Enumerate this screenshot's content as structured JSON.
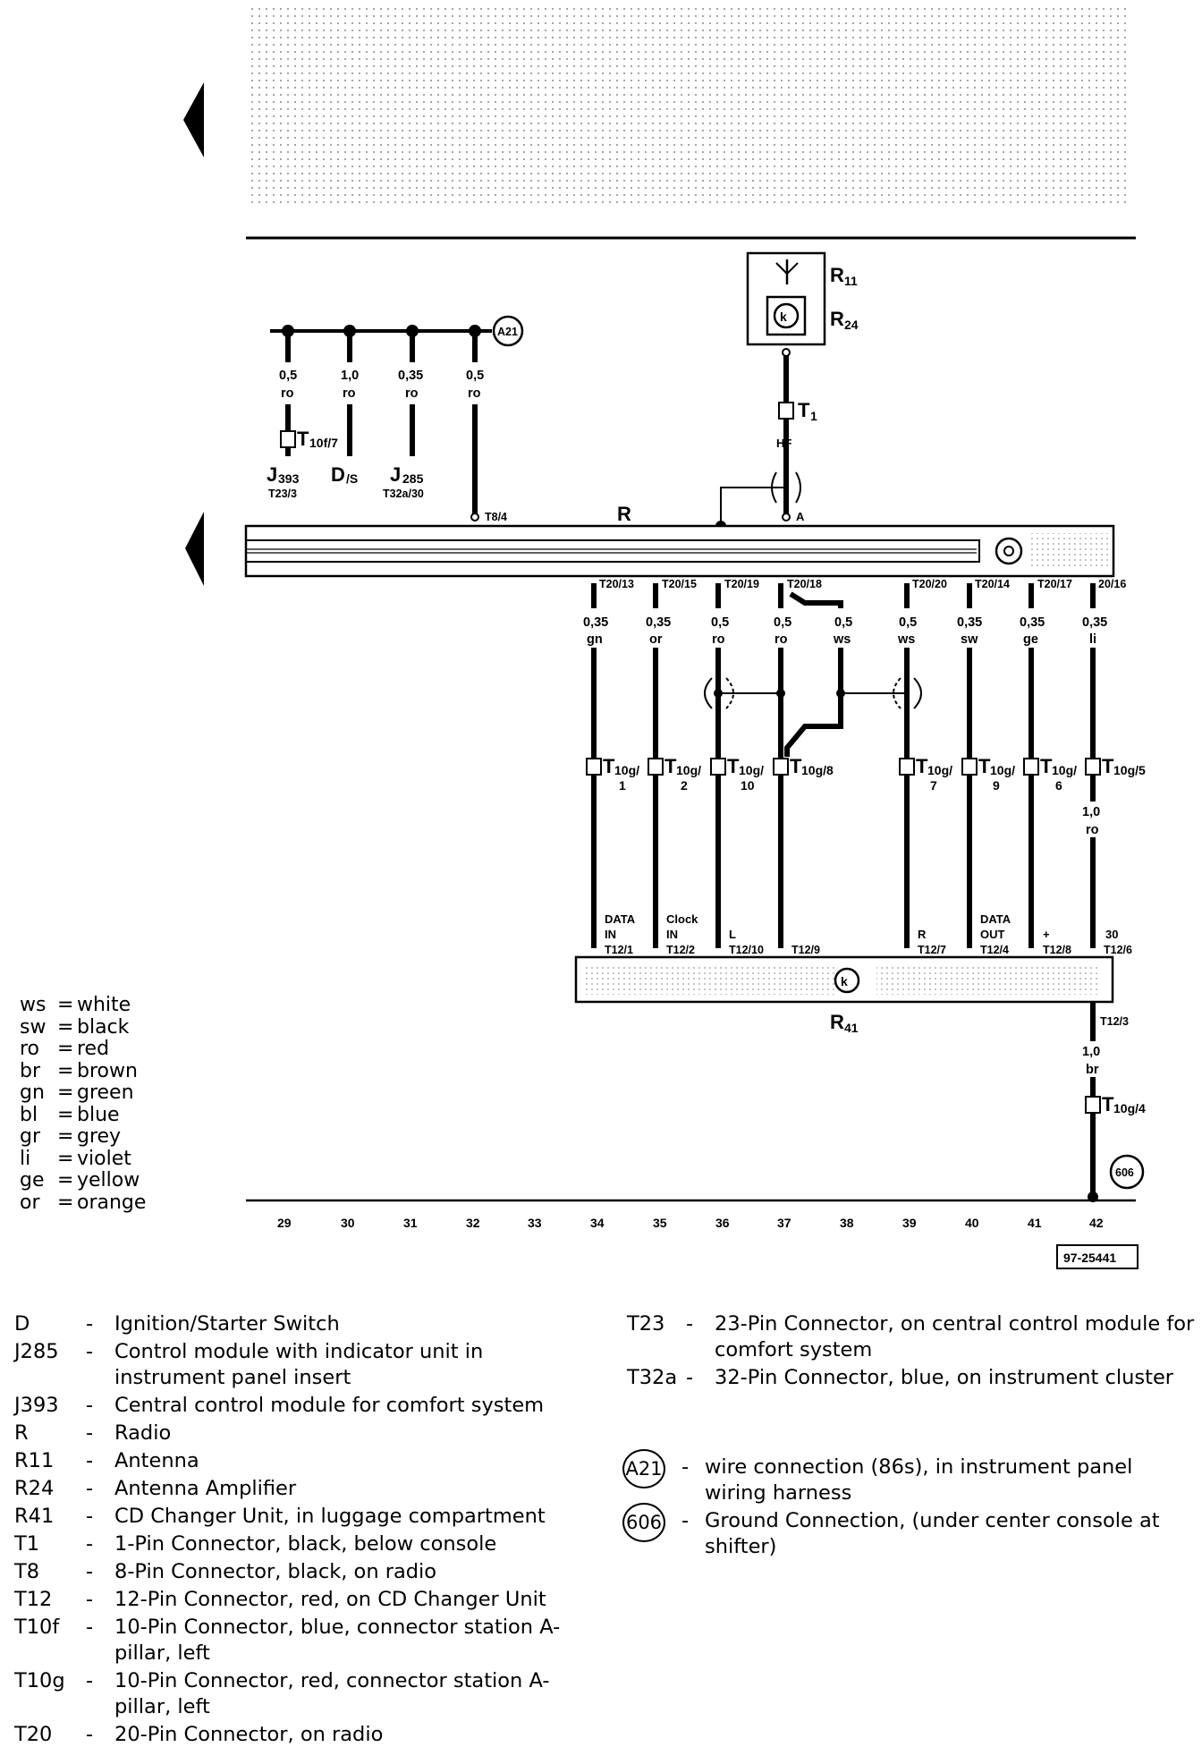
{
  "diagram": {
    "ref_code": "97-25441",
    "components": {
      "radio": "R",
      "antenna": "R",
      "antenna_sub": "11",
      "amp": "R",
      "amp_sub": "24",
      "cd_changer": "R",
      "cd_changer_sub": "41",
      "j393": "J",
      "j393_sub": "393",
      "j393_pin": "T23/3",
      "ds": "D",
      "ds_sub": "/S",
      "j285": "J",
      "j285_sub": "285",
      "j285_pin": "T32a/30",
      "t1": "T",
      "t1_sub": "1",
      "hf": "HF",
      "a_pin": "A",
      "t8_4": "T8/4",
      "t10f": "T",
      "t10f_sub": "10f/7",
      "t12_3": "T12/3",
      "t10g_4": "T",
      "t10g_4_sub": "10g/4"
    },
    "top_wires": [
      {
        "size": "0,5",
        "color": "ro"
      },
      {
        "size": "1,0",
        "color": "ro"
      },
      {
        "size": "0,35",
        "color": "ro"
      },
      {
        "size": "0,5",
        "color": "ro"
      }
    ],
    "radio_pins": [
      "T20/13",
      "T20/15",
      "T20/19",
      "T20/18",
      "T20/20",
      "T20/14",
      "T20/17",
      "20/16"
    ],
    "wires": [
      {
        "size": "0,35",
        "color": "gn"
      },
      {
        "size": "0,35",
        "color": "or"
      },
      {
        "size": "0,5",
        "color": "ro"
      },
      {
        "size": "0,5",
        "color": "ro"
      },
      {
        "size": "0,5",
        "color": "ws"
      },
      {
        "size": "0,5",
        "color": "ws"
      },
      {
        "size": "0,35",
        "color": "sw"
      },
      {
        "size": "0,35",
        "color": "ge"
      },
      {
        "size": "0,35",
        "color": "li"
      }
    ],
    "t10g": [
      {
        "label": "T",
        "sub": "10g/",
        "num": "1"
      },
      {
        "label": "T",
        "sub": "10g/",
        "num": "2"
      },
      {
        "label": "T",
        "sub": "10g/",
        "num": "10"
      },
      {
        "label": "T",
        "sub": "10g/8",
        "num": ""
      },
      {
        "label": "T",
        "sub": "10g/",
        "num": "7"
      },
      {
        "label": "T",
        "sub": "10g/",
        "num": "9"
      },
      {
        "label": "T",
        "sub": "10g/",
        "num": "6"
      },
      {
        "label": "T",
        "sub": "10g/5",
        "num": ""
      }
    ],
    "wire_after_t10g5": {
      "size": "1,0",
      "color": "ro"
    },
    "wire_after_t12_3": {
      "size": "1,0",
      "color": "br"
    },
    "cd_signals": [
      {
        "l1": "DATA",
        "l2": "IN",
        "pin": "T12/1"
      },
      {
        "l1": "Clock",
        "l2": "IN",
        "pin": "T12/2"
      },
      {
        "l1": "",
        "l2": "L",
        "pin": "T12/10"
      },
      {
        "l1": "",
        "l2": "",
        "pin": "T12/9"
      },
      {
        "l1": "",
        "l2": "R",
        "pin": "T12/7"
      },
      {
        "l1": "DATA",
        "l2": "OUT",
        "pin": "T12/4"
      },
      {
        "l1": "",
        "l2": "+",
        "pin": "T12/8"
      },
      {
        "l1": "",
        "l2": "30",
        "pin": "T12/6"
      }
    ],
    "circles": {
      "a21": "A21",
      "g606": "606"
    },
    "column_numbers": [
      "29",
      "30",
      "31",
      "32",
      "33",
      "34",
      "35",
      "36",
      "37",
      "38",
      "39",
      "40",
      "41",
      "42"
    ]
  },
  "color_codes": [
    {
      "code": "ws",
      "name": "white"
    },
    {
      "code": "sw",
      "name": "black"
    },
    {
      "code": "ro",
      "name": "red"
    },
    {
      "code": "br",
      "name": "brown"
    },
    {
      "code": "gn",
      "name": "green"
    },
    {
      "code": "bl",
      "name": "blue"
    },
    {
      "code": "gr",
      "name": "grey"
    },
    {
      "code": "li",
      "name": "violet"
    },
    {
      "code": "ge",
      "name": "yellow"
    },
    {
      "code": "or",
      "name": "orange"
    }
  ],
  "legend_left": [
    {
      "code": "D",
      "desc": "Ignition/Starter Switch"
    },
    {
      "code": "J285",
      "desc": "Control module with indicator unit in instrument panel insert"
    },
    {
      "code": "J393",
      "desc": "Central control module for comfort system"
    },
    {
      "code": "R",
      "desc": "Radio"
    },
    {
      "code": "R11",
      "desc": "Antenna"
    },
    {
      "code": "R24",
      "desc": "Antenna Amplifier"
    },
    {
      "code": "R41",
      "desc": "CD Changer Unit, in luggage compartment"
    },
    {
      "code": "T1",
      "desc": "1-Pin Connector, black, below console"
    },
    {
      "code": "T8",
      "desc": "8-Pin Connector, black, on radio"
    },
    {
      "code": "T12",
      "desc": "12-Pin Connector, red, on CD Changer Unit"
    },
    {
      "code": "T10f",
      "desc": "10-Pin Connector, blue, connector station A-pillar, left"
    },
    {
      "code": "T10g",
      "desc": "10-Pin Connector, red, connector station A-pillar, left"
    },
    {
      "code": "T20",
      "desc": "20-Pin Connector, on radio"
    }
  ],
  "legend_right": [
    {
      "code": "T23",
      "desc": "23-Pin Connector, on central control module for comfort system"
    },
    {
      "code": "T32a",
      "desc": "32-Pin Connector, blue, on instrument cluster"
    }
  ],
  "legend_circles": [
    {
      "code": "A21",
      "desc": "wire connection (86s), in instrument panel wiring harness"
    },
    {
      "code": "606",
      "desc": "Ground Connection, (under center console at shifter)"
    }
  ],
  "legend_dash": "-"
}
